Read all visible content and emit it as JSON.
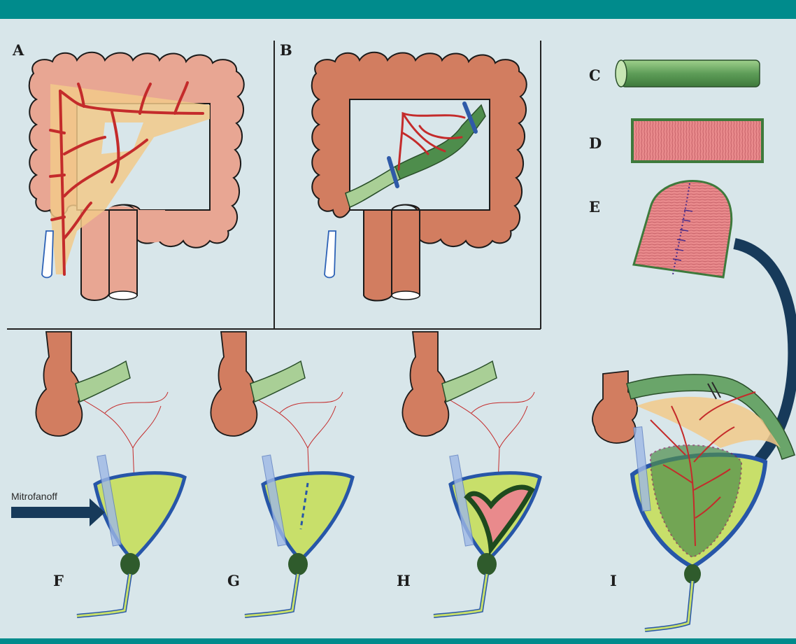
{
  "panels": {
    "a": "A",
    "b": "B",
    "c": "C",
    "d": "D",
    "e": "E",
    "f": "F",
    "g": "G",
    "h": "H",
    "i": "I"
  },
  "annotation": "Mitrofanoff",
  "colors": {
    "background": "#d8e6ea",
    "frame_bar": "#008b8c",
    "colon": "#e8a693",
    "colon_dark": "#d27d60",
    "vessel": "#c42b2b",
    "mesentery": "#f2c98a",
    "segment_green": "#6aa56a",
    "bladder_fill": "#c8df6a",
    "bladder_wall": "#2756a8",
    "arrow": "#173a5a"
  }
}
